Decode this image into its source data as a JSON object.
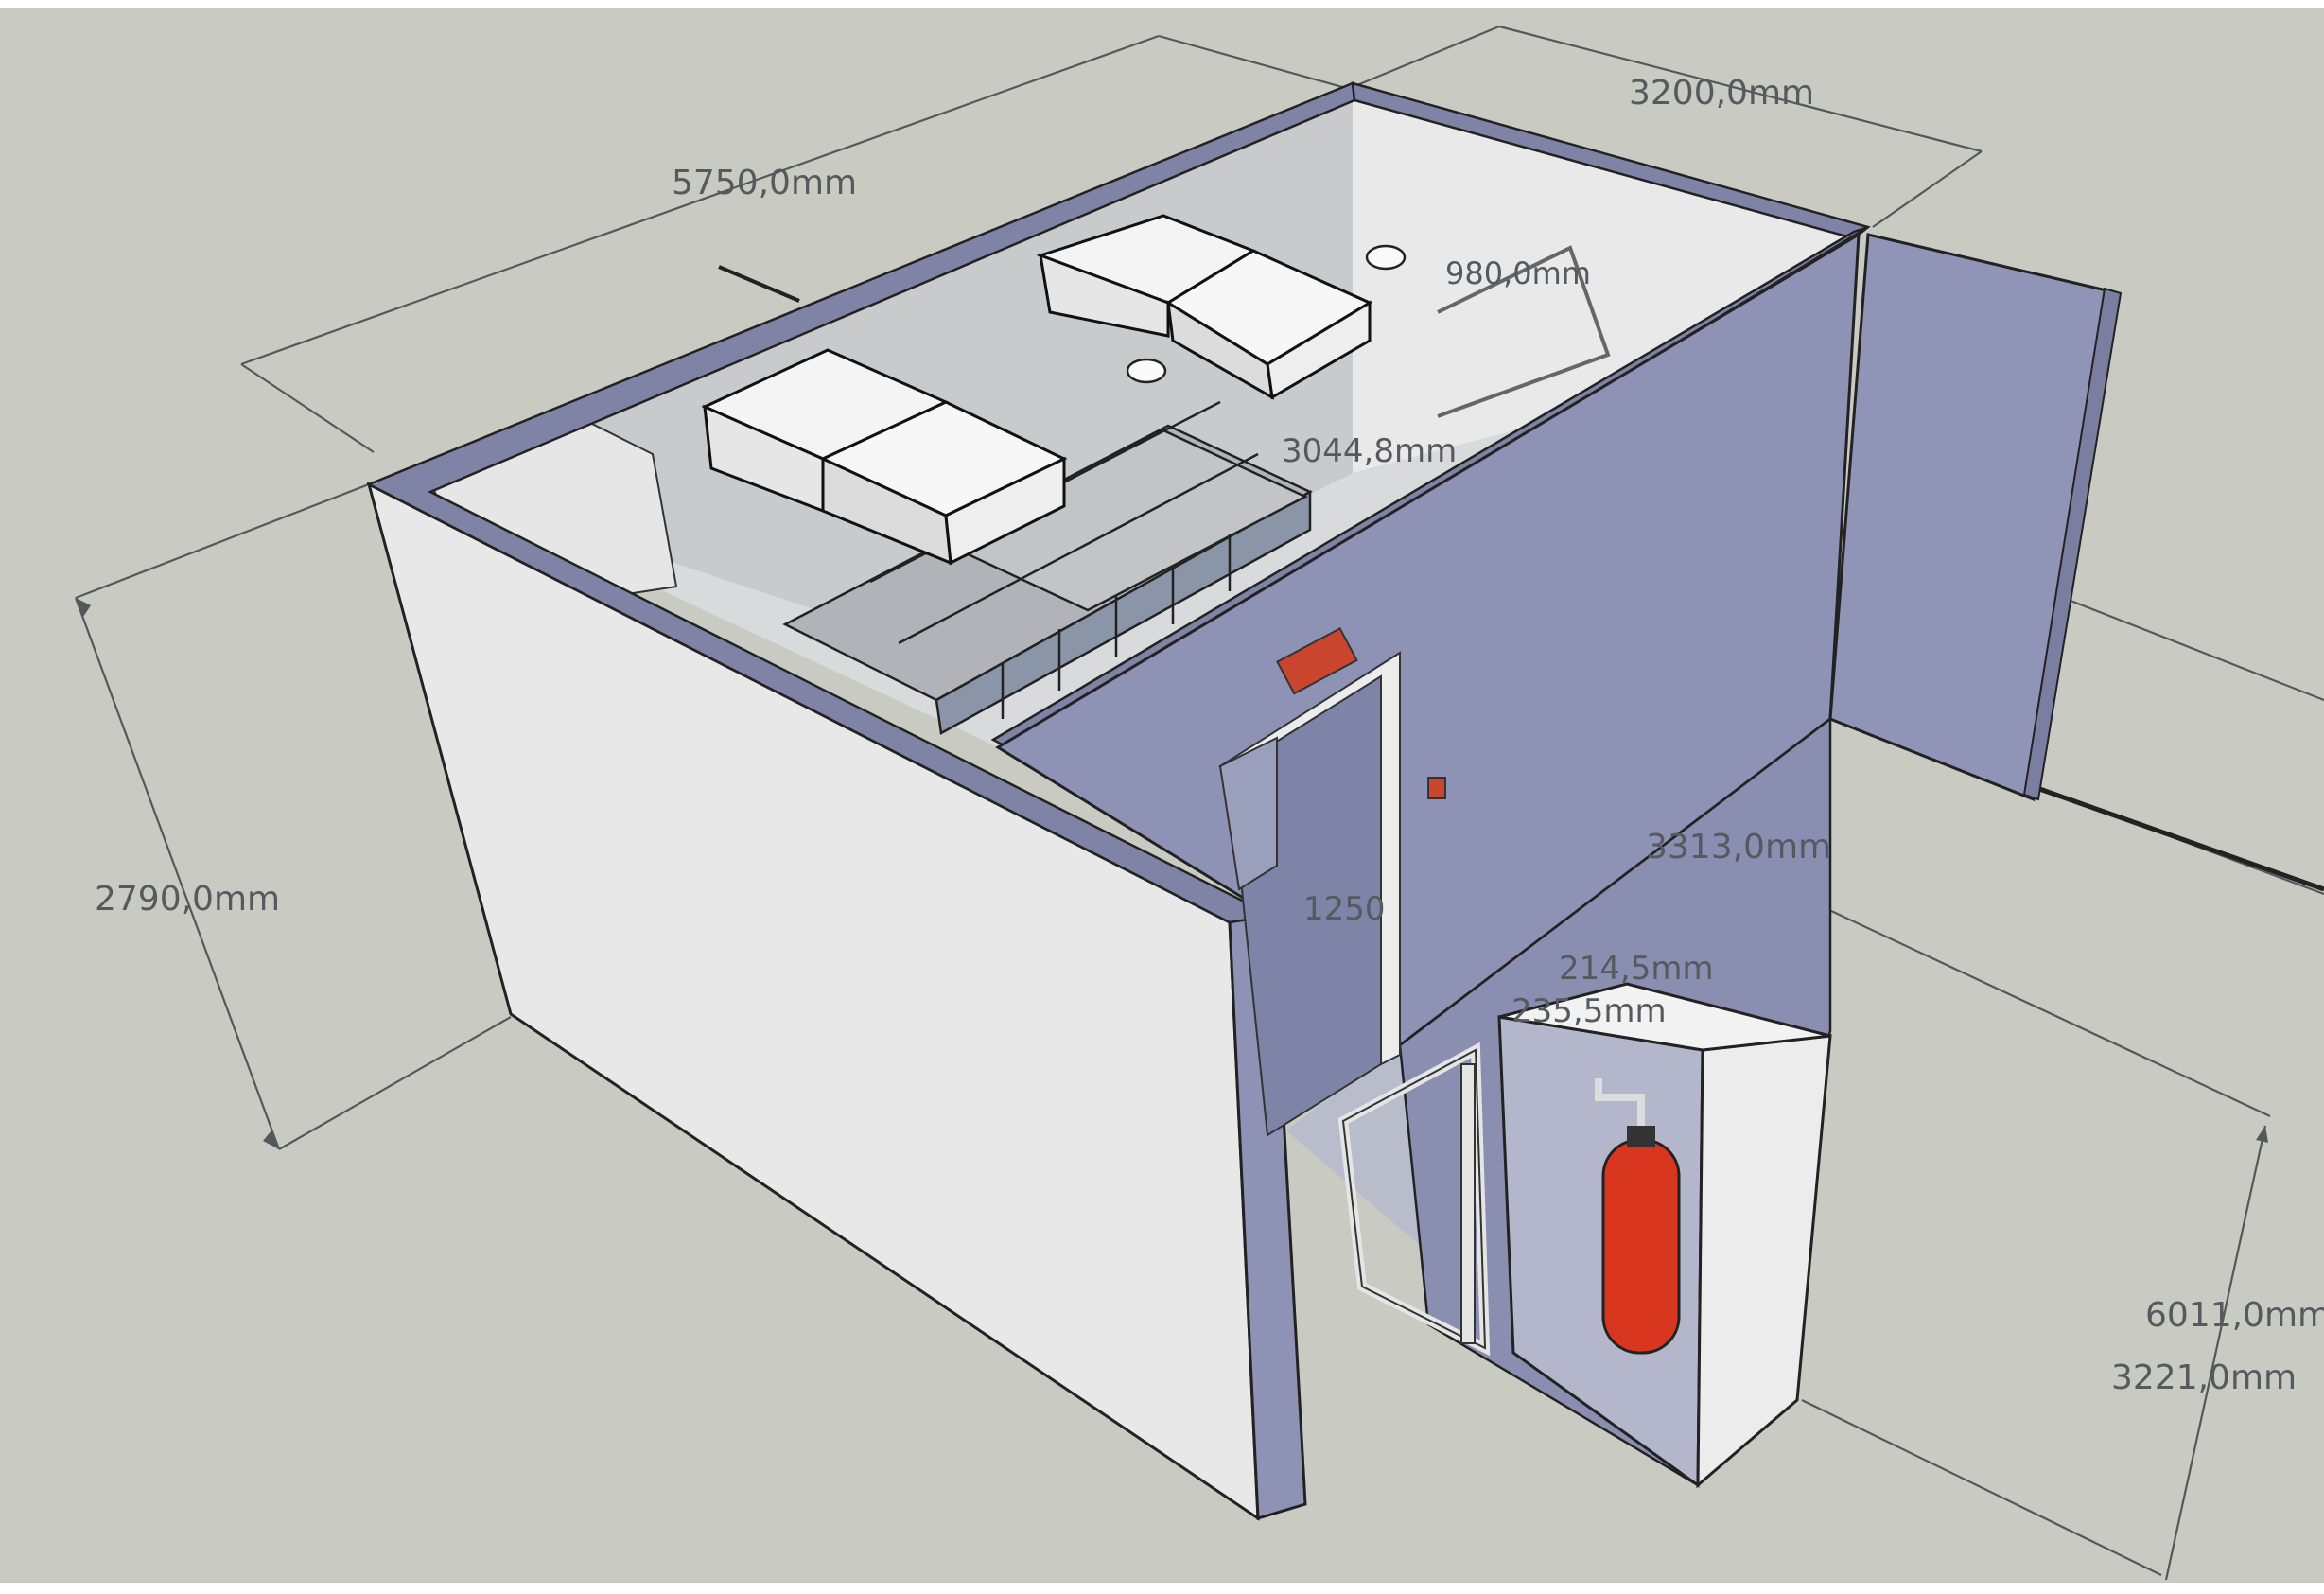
{
  "dimensions": {
    "top_length": "5750,0mm",
    "top_width": "3200,0mm",
    "height": "2790,0mm",
    "inner_a": "980,0mm",
    "inner_b": "3044,8mm",
    "door_width": "1250",
    "right_mid": "3313,0mm",
    "small_a": "214,5mm",
    "small_b": "235,5mm",
    "right_total": "6011,0mm",
    "right_part": "3221,0mm"
  },
  "colors": {
    "ground": "#c9cbc3",
    "wall_front": "#e8e8e8",
    "wall_blue": "#8e93b6",
    "wall_blue_dark": "#7e84a8",
    "wall_top": "#7f84a6",
    "floor": "#d9dadb",
    "extinguisher": "#d8361f"
  }
}
